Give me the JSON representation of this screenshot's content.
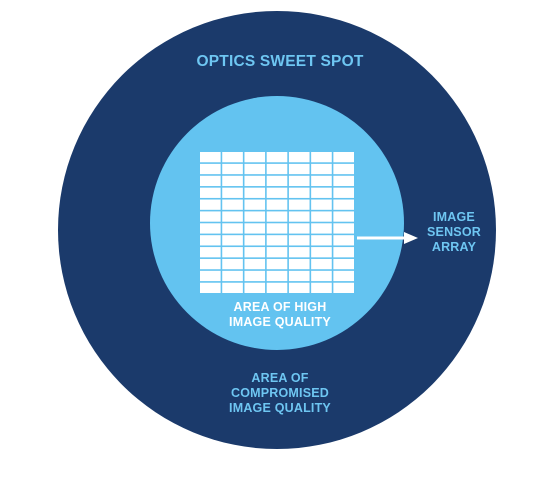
{
  "diagram": {
    "title": "OPTICS SWEET SPOT",
    "sensor_label": "IMAGE\nSENSOR\nARRAY",
    "high_quality_label": "AREA OF HIGH\nIMAGE QUALITY",
    "compromised_label": "AREA OF\nCOMPROMISED\nIMAGE QUALITY",
    "grid": {
      "columns": 7,
      "rows": 12
    },
    "colors": {
      "outer_circle": "#1b3a6b",
      "inner_circle": "#63c3f0",
      "grid_cells": "#ffffff",
      "grid_lines": "#63c3f0",
      "arrow": "#ffffff",
      "title_text": "#6ec6f2",
      "high_quality_text": "#ffffff",
      "sensor_text": "#6ec6f2",
      "compromised_text": "#6ec6f2"
    }
  }
}
